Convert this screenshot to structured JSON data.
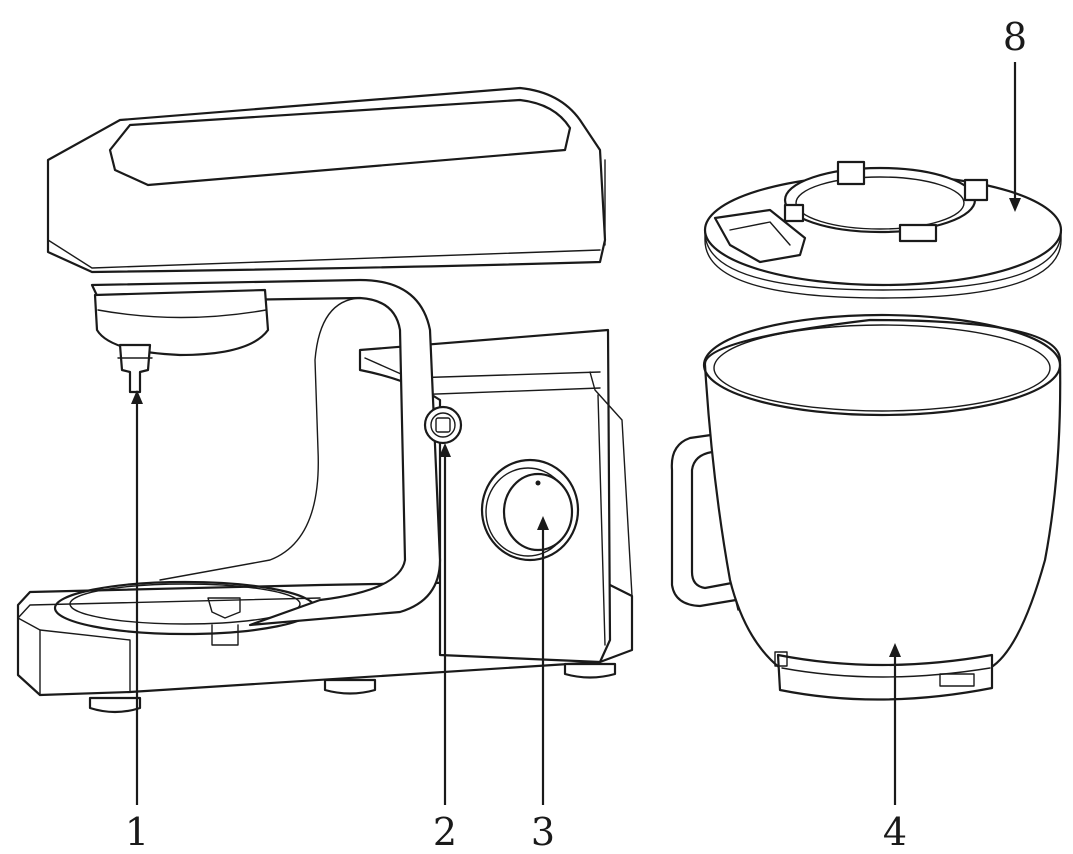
{
  "callouts": [
    {
      "id": "1",
      "label": "1"
    },
    {
      "id": "2",
      "label": "2"
    },
    {
      "id": "3",
      "label": "3"
    },
    {
      "id": "4",
      "label": "4"
    },
    {
      "id": "8",
      "label": "8"
    }
  ]
}
